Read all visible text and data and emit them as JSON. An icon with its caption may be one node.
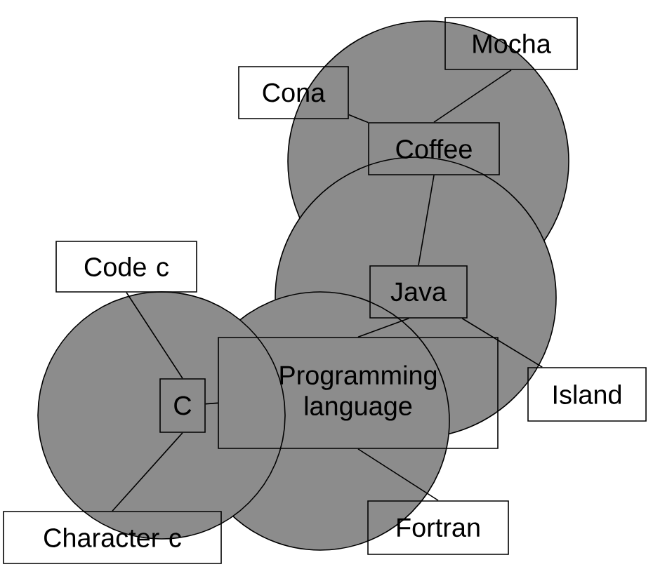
{
  "diagram": {
    "nodes": [
      {
        "text": [
          "Mocha"
        ]
      },
      {
        "text": [
          "Cona"
        ]
      },
      {
        "text": [
          "Coffee"
        ]
      },
      {
        "text": [
          "Code c"
        ]
      },
      {
        "text": [
          "Java"
        ]
      },
      {
        "text": [
          "C"
        ]
      },
      {
        "text": [
          "Programming language"
        ]
      },
      {
        "text": [
          "Island"
        ]
      },
      {
        "text": [
          "Character c"
        ]
      },
      {
        "text": [
          "Fortran"
        ]
      }
    ],
    "edges": [
      {
        "from": 0,
        "to": 2,
        "arrow": "none"
      },
      {
        "from": 1,
        "to": 2,
        "arrow": "none"
      },
      {
        "from": 2,
        "to": 4,
        "arrow": "none"
      },
      {
        "from": 4,
        "to": 7,
        "arrow": "none"
      },
      {
        "from": 4,
        "to": 6,
        "arrow": "none"
      },
      {
        "from": 3,
        "to": 5,
        "arrow": "none"
      },
      {
        "from": 5,
        "to": 6,
        "arrow": "none"
      },
      {
        "from": 5,
        "to": 8,
        "arrow": "none"
      },
      {
        "from": 6,
        "to": 9,
        "arrow": "none"
      }
    ]
  }
}
